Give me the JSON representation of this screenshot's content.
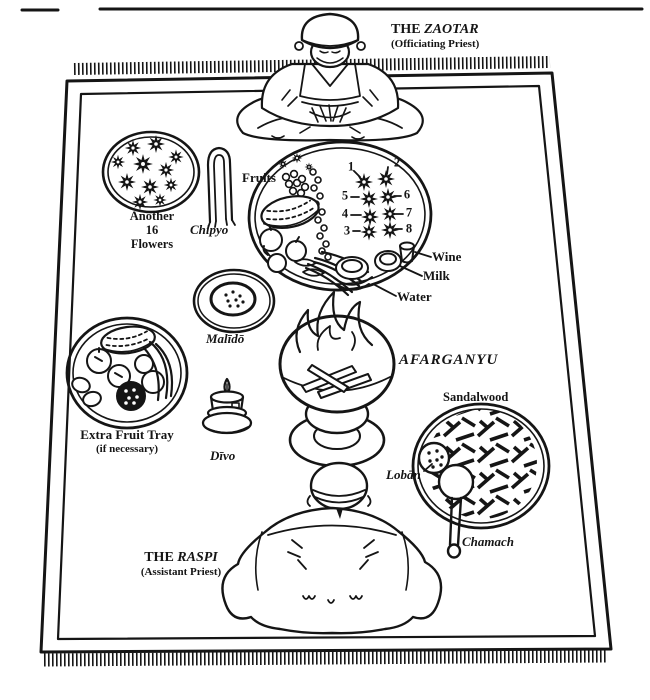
{
  "figure": {
    "zaotar": {
      "prefix": "THE ",
      "name": "ZAOTAR",
      "subtitle": "(Officiating Priest)"
    },
    "raspi": {
      "prefix": "THE ",
      "name": "RASPI",
      "subtitle": "(Assistant Priest)"
    },
    "flower_plate": {
      "line1": "Another",
      "line2": "16",
      "line3": "Flowers"
    },
    "chipyo_label": "Chipyo",
    "fruits_label": "Fruits",
    "numbered_flowers": {
      "row1": [
        "1",
        "2"
      ],
      "row2": [
        "5",
        "6"
      ],
      "row3": [
        "4",
        "7"
      ],
      "row4": [
        "3",
        "8"
      ]
    },
    "beverages": {
      "wine": "Wine",
      "milk": "Milk",
      "water": "Water"
    },
    "malido_label": "Malīdō",
    "afarganyu_label": "AFARGANYU",
    "sandalwood_label": "Sandalwood",
    "loban_label": "Lobān",
    "chamach_label": "Chamach",
    "extra_tray": {
      "line1": "Extra Fruit Tray",
      "line2": "(if necessary)"
    },
    "divo_label": "Dīvo"
  },
  "colors": {
    "ink": "#151515",
    "paper": "#ffffff"
  }
}
